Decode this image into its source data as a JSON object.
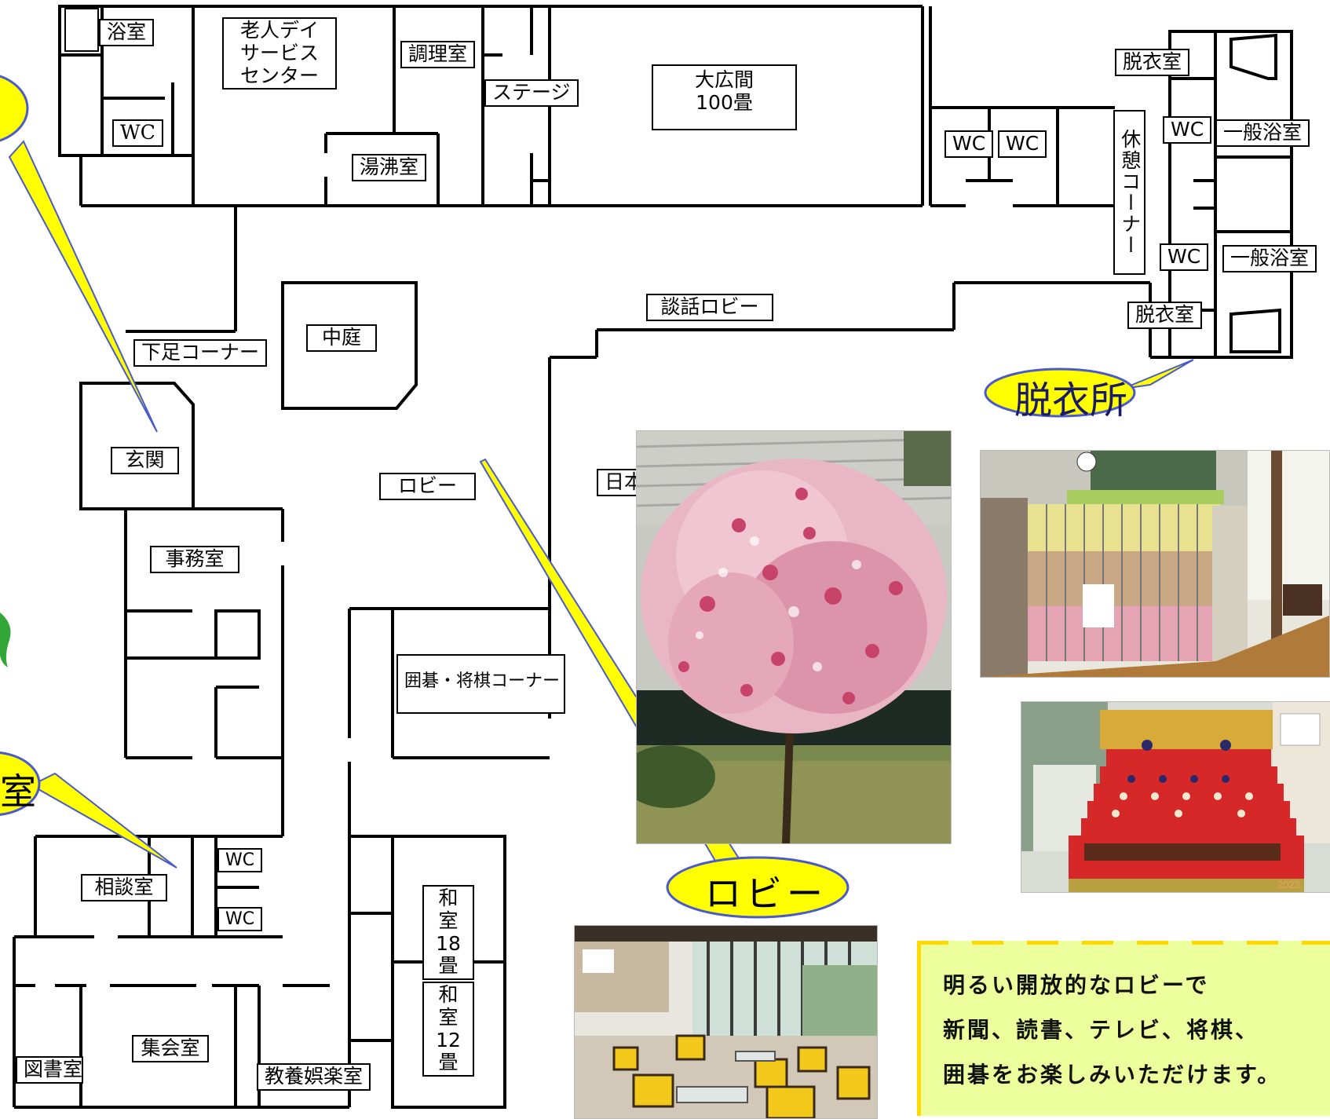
{
  "rooms": {
    "bathroom": "浴室",
    "day_service": "老人デイ\nサービス\nセンター",
    "cooking_room": "調理室",
    "stage": "ステージ",
    "great_hall": "大広間\n100畳",
    "boiling_room": "湯沸室",
    "wc": "WC",
    "dressing_room": "脱衣室",
    "public_bath": "一般浴室",
    "rest_corner": "休憩コーナー",
    "talk_lobby": "談話ロビー",
    "courtyard": "中庭",
    "shoe_corner": "下足コーナー",
    "entrance": "玄関",
    "lobby": "ロビー",
    "japanese_garden": "日本庭園",
    "office": "事務室",
    "go_shogi_corner": "囲碁・将棋コーナー",
    "consultation_room": "相談室",
    "washitsu_18": "和室\n18畳",
    "washitsu_12": "和室\n12畳",
    "library": "図書室",
    "meeting_room": "集会室",
    "culture_room": "教養娯楽室"
  },
  "callouts": {
    "dressing_area": "脱衣所",
    "lobby": "ロビー",
    "partial_room": "室"
  },
  "description": {
    "lines": [
      "明るい開放的なロビーで",
      "新聞、読書、テレビ、将棋、",
      "囲碁をお楽しみいただけます。"
    ]
  },
  "photo_text": {
    "year": "2023."
  },
  "colors": {
    "callout_fill": "#ffff00",
    "note_fill": "#ecff9c",
    "note_accent": "#ffd800",
    "walls": "#000000"
  }
}
